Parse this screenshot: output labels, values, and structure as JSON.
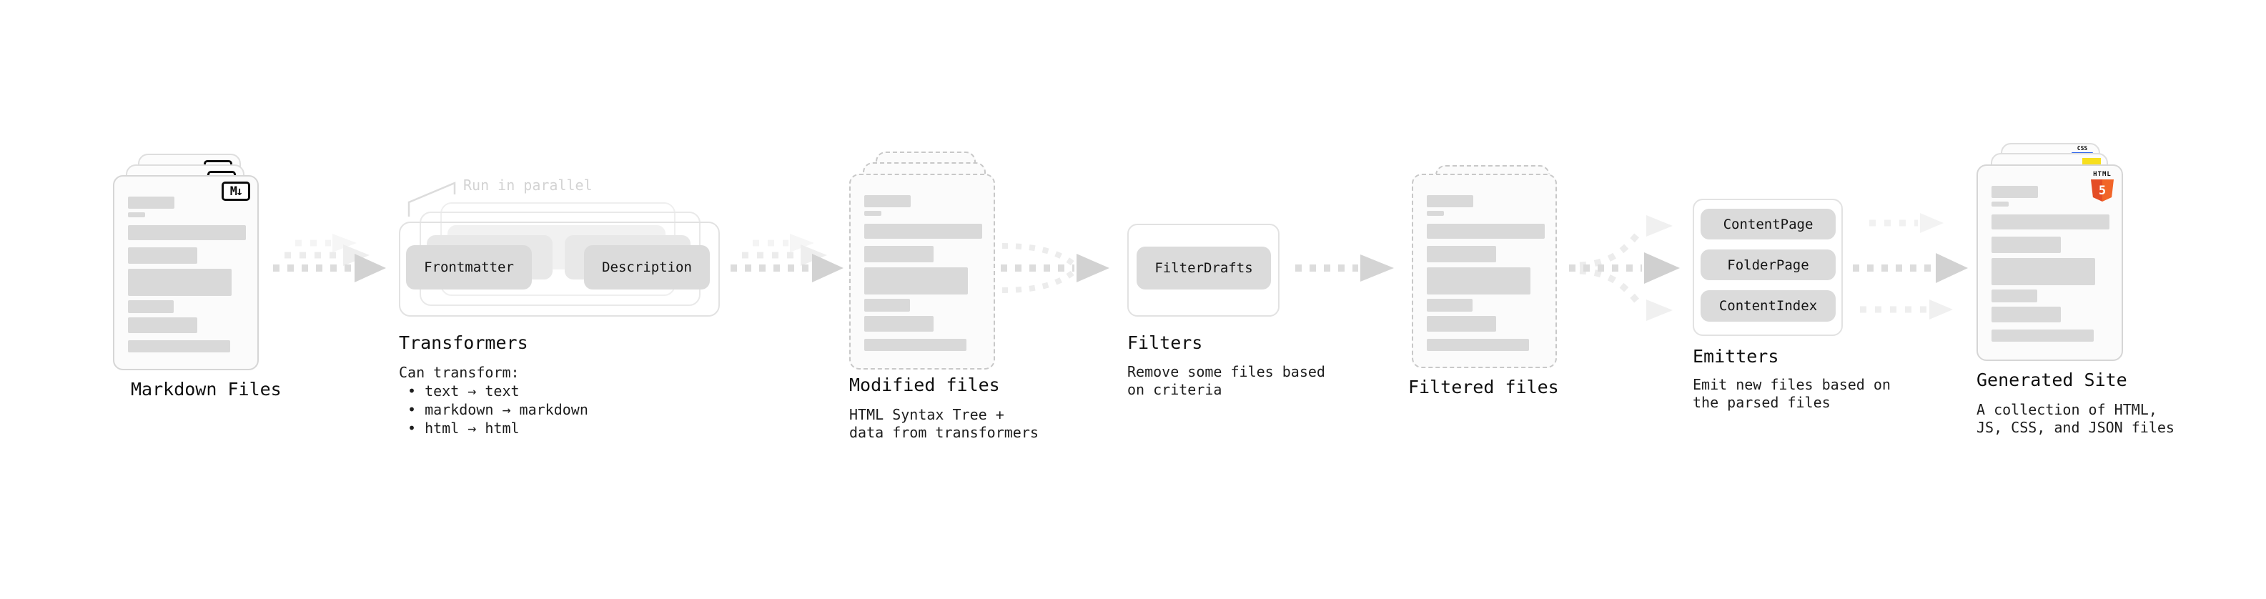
{
  "diagram_title_context": "static site generation pipeline",
  "colors": {
    "bar_gray": "#d9d9d9",
    "button_gray": "#dbdbdb",
    "html5_orange": "#e44d26",
    "js_yellow": "#f7df1e",
    "css_blue": "#2c63ea"
  },
  "markdown_files": {
    "title": "Markdown Files",
    "icon_label": "M↓"
  },
  "transformers": {
    "parallel_note": "Run in parallel",
    "box1": "Frontmatter",
    "box2": "Description",
    "title": "Transformers",
    "desc_line1": "Can transform:",
    "bullet1": "• text → text",
    "bullet2": "• markdown → markdown",
    "bullet3": "• html → html"
  },
  "modified_files": {
    "title": "Modified files",
    "desc_line1": "HTML Syntax Tree +",
    "desc_line2": "data from transformers"
  },
  "filters": {
    "title": "Filters",
    "button": "FilterDrafts",
    "desc_line1": "Remove some files based",
    "desc_line2": "on criteria"
  },
  "filtered_files": {
    "title": "Filtered files"
  },
  "emitters": {
    "title": "Emitters",
    "button1": "ContentPage",
    "button2": "FolderPage",
    "button3": "ContentIndex",
    "desc_line1": "Emit new files based on",
    "desc_line2": "the parsed files"
  },
  "generated_site": {
    "title": "Generated Site",
    "desc_line1": "A collection of HTML,",
    "desc_line2": "JS, CSS, and JSON files",
    "html_icon_top": "HTML",
    "html_icon_number": "5",
    "css_icon_label": "CSS"
  }
}
